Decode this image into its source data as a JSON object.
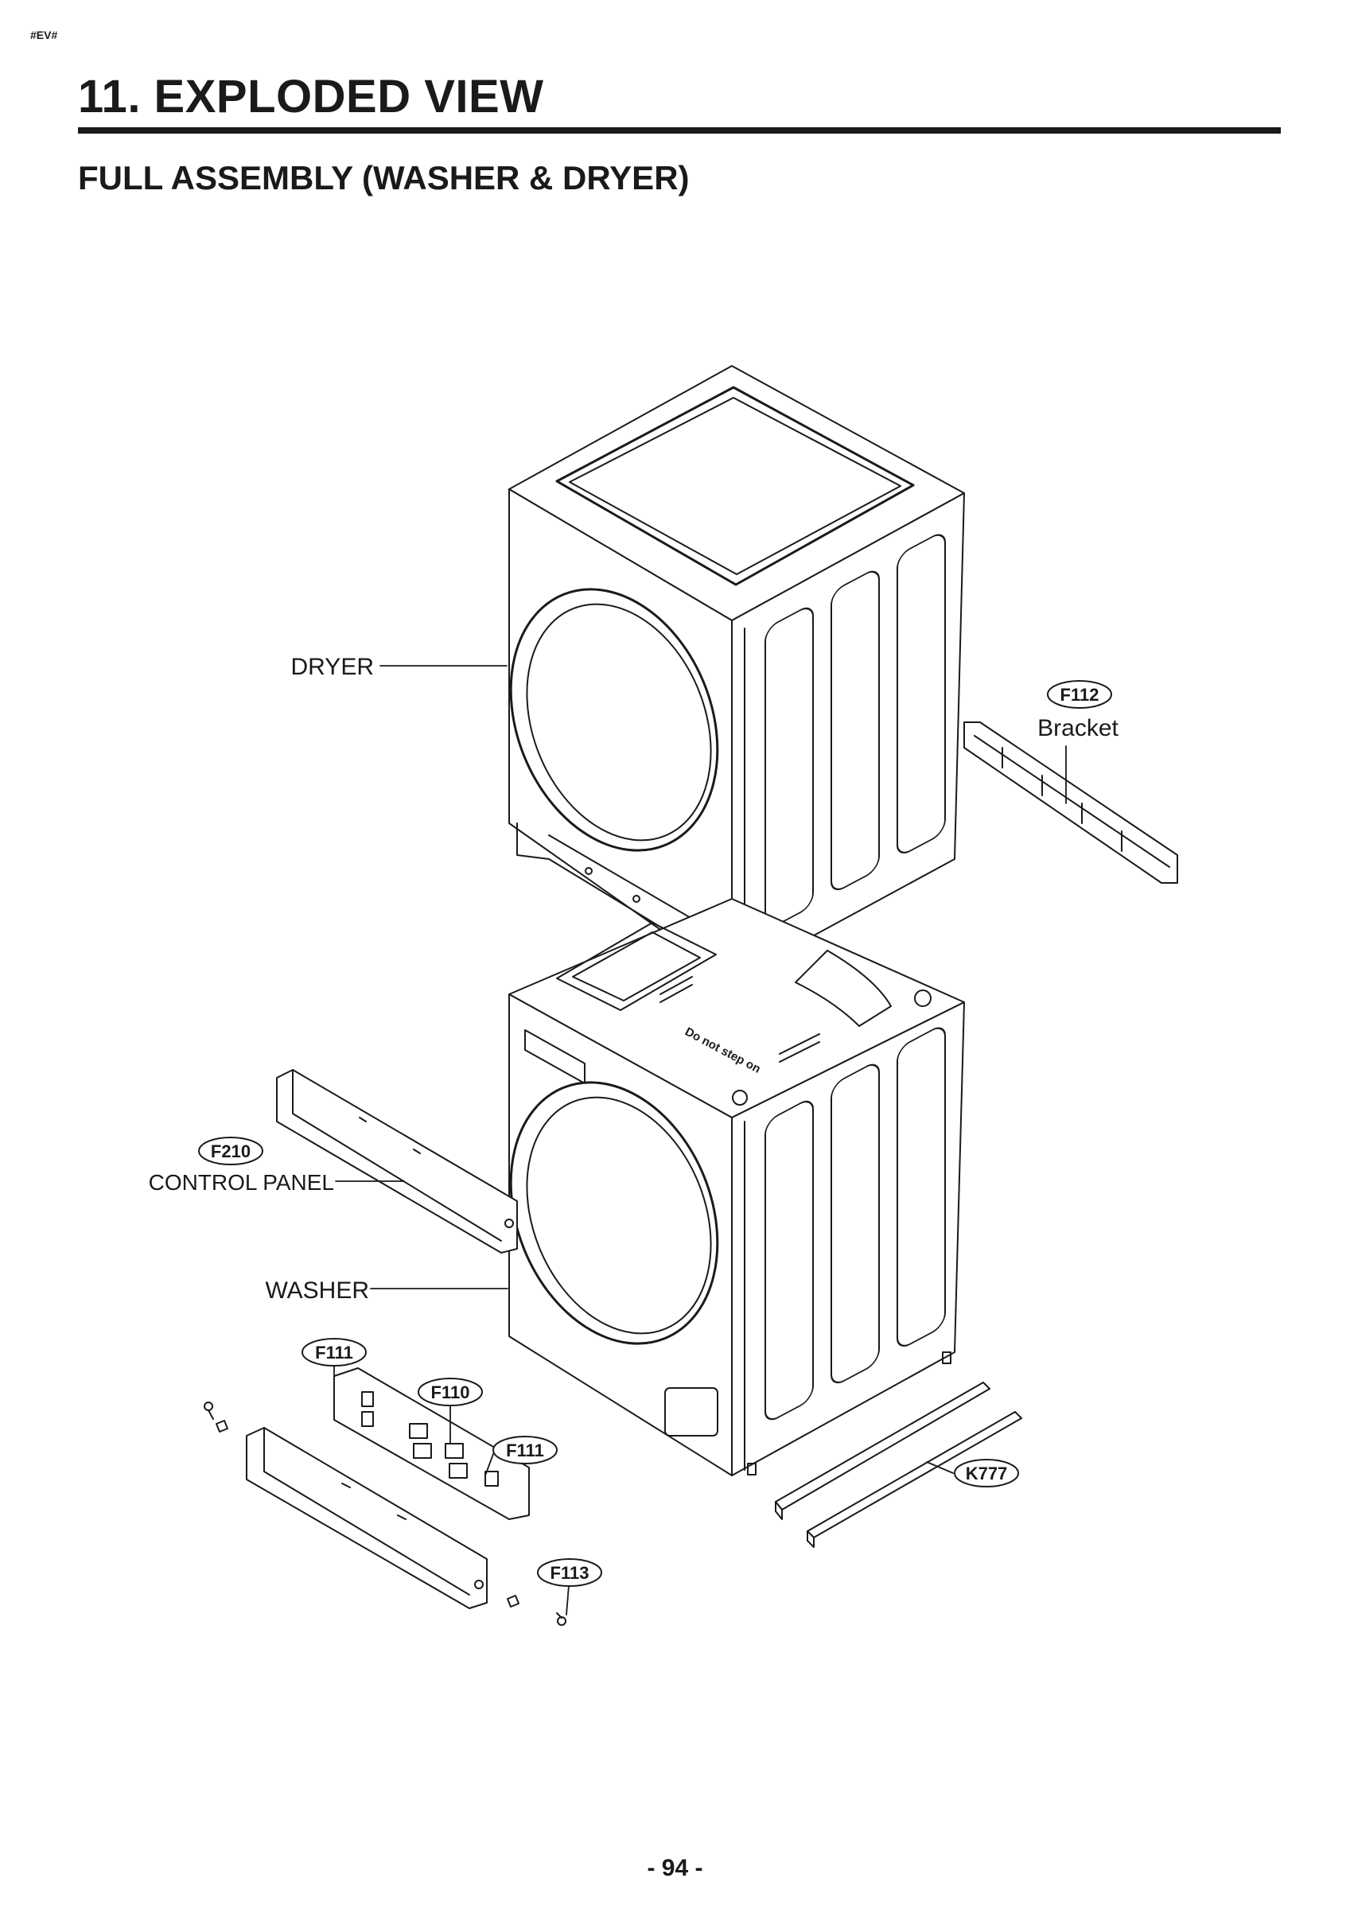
{
  "page": {
    "tag": "#EV#",
    "title": "11. EXPLODED VIEW",
    "subtitle": "FULL ASSEMBLY (WASHER & DRYER)",
    "page_number": "- 94 -"
  },
  "labels": {
    "dryer": "DRYER",
    "washer": "WASHER",
    "control_panel": "CONTROL PANEL",
    "bracket": "Bracket",
    "sticker_text": "Do not step on"
  },
  "callouts": {
    "f112": "F112",
    "f210": "F210",
    "f111_top": "F111",
    "f110": "F110",
    "f111_bottom": "F111",
    "f113": "F113",
    "k777": "K777"
  }
}
